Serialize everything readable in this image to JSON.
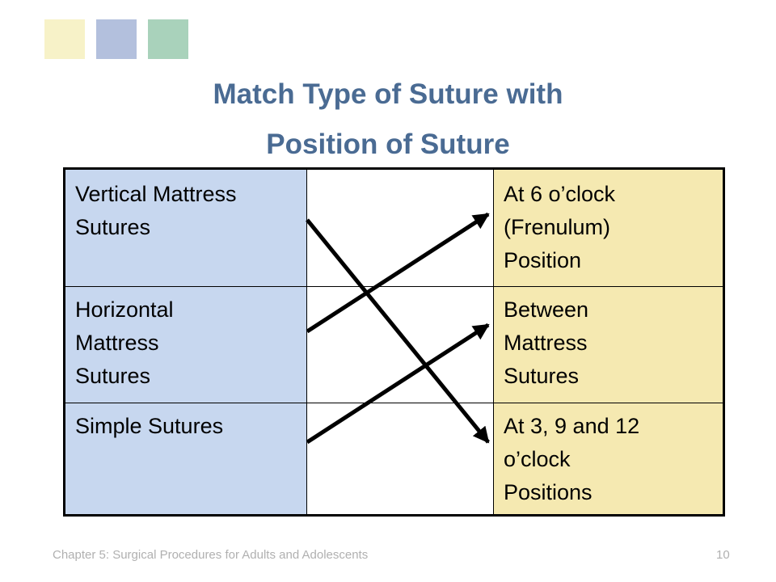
{
  "slide": {
    "title_lines": [
      "Match Type of Suture with",
      "Position of Suture"
    ],
    "colors": {
      "square_1": "#f7f2c8",
      "square_2": "#b3c0dd",
      "square_3": "#a9d2bb",
      "title": "#4a6b93",
      "left_column": "#c7d7ef",
      "right_column": "#f5e9b1",
      "arrow": "#000000"
    }
  },
  "table": {
    "left": [
      {
        "lines": [
          "Vertical Mattress",
          "Sutures"
        ]
      },
      {
        "lines": [
          "Horizontal",
          "Mattress",
          "Sutures"
        ]
      },
      {
        "lines": [
          "Simple Sutures"
        ]
      }
    ],
    "right": [
      {
        "lines": [
          "At 6 o’clock",
          "(Frenulum)",
          "Position"
        ]
      },
      {
        "lines": [
          "Between",
          "Mattress",
          "Sutures"
        ]
      },
      {
        "lines": [
          "At 3, 9 and 12",
          "o’clock",
          "Positions"
        ]
      }
    ],
    "matches": [
      {
        "from": "Vertical Mattress Sutures",
        "to": "At 3, 9 and 12 o’clock Positions"
      },
      {
        "from": "Horizontal Mattress Sutures",
        "to": "At 6 o’clock (Frenulum) Position"
      },
      {
        "from": "Simple Sutures",
        "to": "Between Mattress Sutures"
      }
    ]
  },
  "footer": {
    "chapter": "Chapter 5: Surgical Procedures for Adults and Adolescents",
    "page": "10"
  }
}
